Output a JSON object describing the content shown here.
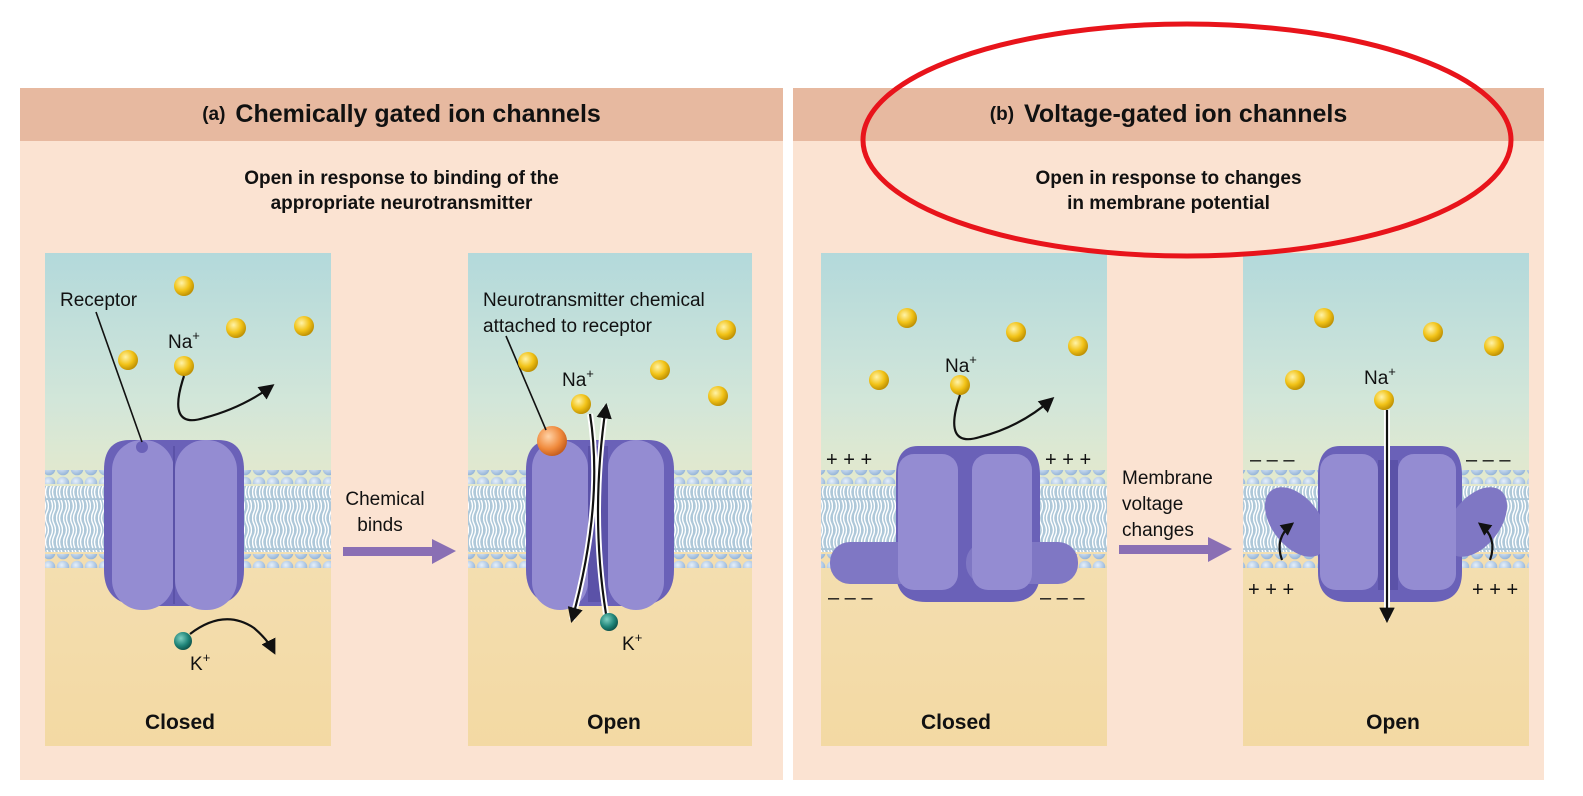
{
  "panel_a": {
    "letter": "(a)",
    "title": "Chemically gated ion channels",
    "subtitle_line1": "Open in response to binding of the",
    "subtitle_line2": "appropriate neurotransmitter",
    "closed": {
      "receptor_label": "Receptor",
      "na_label": "Na",
      "k_label": "K",
      "state_label": "Closed"
    },
    "arrow_label_line1": "Chemical",
    "arrow_label_line2": "binds",
    "open": {
      "nt_label_line1": "Neurotransmitter chemical",
      "nt_label_line2": "attached to receptor",
      "na_label": "Na",
      "k_label": "K",
      "state_label": "Open"
    }
  },
  "panel_b": {
    "letter": "(b)",
    "title": "Voltage-gated ion channels",
    "subtitle_line1": "Open in response to changes",
    "subtitle_line2": "in membrane potential",
    "closed": {
      "na_label": "Na",
      "plus_left": "+ + +",
      "plus_right": "+ + +",
      "minus_left": "– – –",
      "minus_right": "– – –",
      "state_label": "Closed"
    },
    "arrow_label_line1": "Membrane",
    "arrow_label_line2": "voltage",
    "arrow_label_line3": "changes",
    "open": {
      "na_label": "Na",
      "minus_left": "– – –",
      "minus_right": "– – –",
      "plus_left": "+ + +",
      "plus_right": "+ + +",
      "state_label": "Open"
    }
  },
  "ion_charge": "+",
  "highlight_color": "#e8141b",
  "colors": {
    "panel_bg": "#fbe3d2",
    "header_bg": "#e7b9a0",
    "protein": "#8e86cc",
    "sodium": "#f2c318",
    "potassium": "#1f8478",
    "ligand": "#f08a3c",
    "arrow_purple": "#8a6fb4"
  }
}
